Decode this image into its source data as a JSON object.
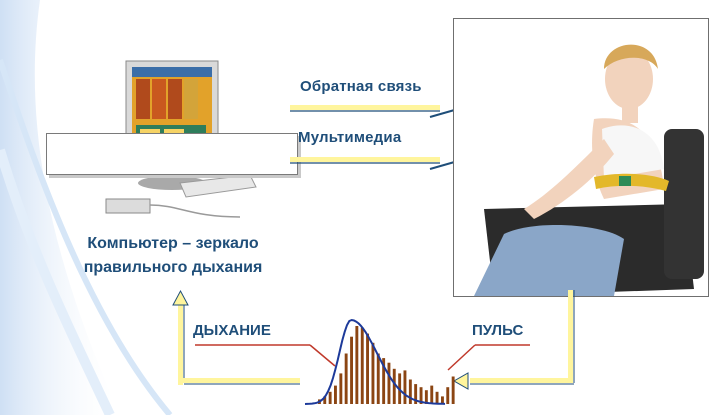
{
  "labels": {
    "feedback": "Обратная связь",
    "multimedia": "Мультимедиа",
    "caption_line1": "Компьютер – зеркало",
    "caption_line2": "правильного дыхания",
    "breathing": "ДЫХАНИЕ",
    "pulse": "ПУЛЬС"
  },
  "chart_data": {
    "type": "bar",
    "values": [
      3,
      5,
      8,
      12,
      20,
      33,
      44,
      51,
      50,
      46,
      40,
      33,
      30,
      27,
      23,
      20,
      22,
      16,
      13,
      11,
      9,
      12,
      8,
      5,
      11,
      18
    ],
    "title": "",
    "xlabel": "",
    "ylabel": ""
  },
  "colors": {
    "text": "#1f4e79",
    "bar": "#8b4513",
    "curve": "#1d3a9a",
    "frame_yellow": "#fff59d",
    "pointer_red": "#c0392b"
  }
}
